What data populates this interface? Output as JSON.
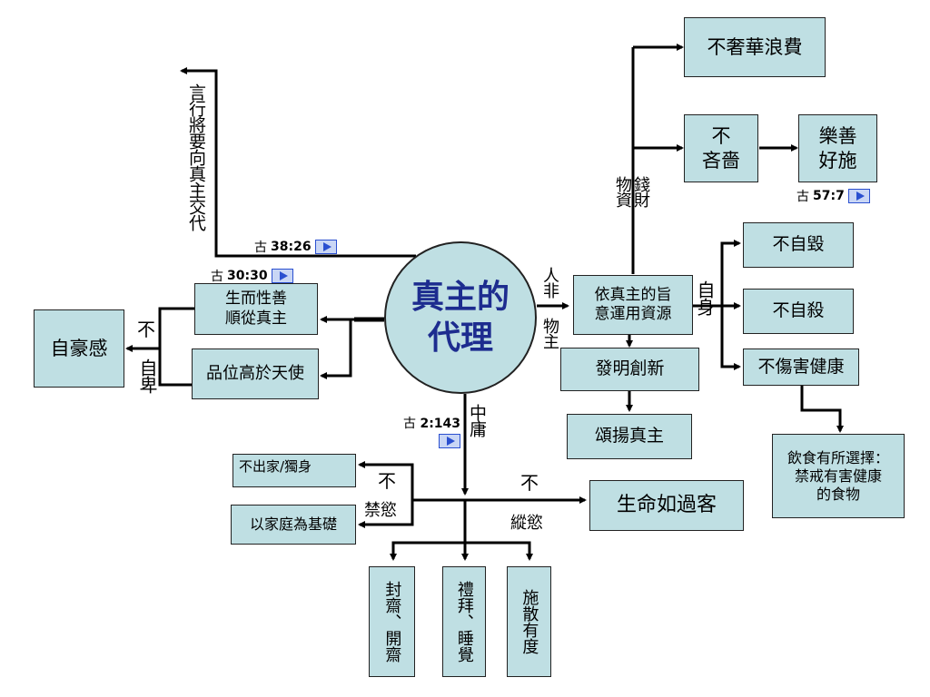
{
  "center": {
    "line1": "真主的",
    "line2": "代理"
  },
  "boxes": {
    "b_lavish": "不奢華浪費",
    "b_stingy_1": "不",
    "b_stingy_2": "吝嗇",
    "b_charity_1": "樂善",
    "b_charity_2": "好施",
    "b_use_1": "依真主的旨",
    "b_use_2": "意運用資源",
    "b_invent": "發明創新",
    "b_praise": "頌揚真主",
    "b_noselfharm": "不自毀",
    "b_nosuicide": "不自殺",
    "b_nohealth": "不傷害健康",
    "b_food_1": "飲食有所選擇：",
    "b_food_2": "禁戒有害健康",
    "b_food_3": "的食物",
    "b_nature_1": "生而性善",
    "b_nature_2": "順從真主",
    "b_rank": "品位高於天使",
    "b_pride": "自豪感",
    "b_celibacy": "不出家/獨身",
    "b_family": "以家庭為基礎",
    "b_life": "生命如過客",
    "b_fasting": "封齋、開齋",
    "b_prayer": "禮拜、睡覺",
    "b_alms": "施散有度"
  },
  "labels": {
    "money": "錢財",
    "material": "物資",
    "person": "人非",
    "object": "物主",
    "self": "自身",
    "not_1": "不",
    "humble": "自卑",
    "middle": "中庸",
    "not_2": "不",
    "abstain": "禁慾",
    "not_3": "不",
    "indulge": "縱慾",
    "account": "言行將要向真主交代"
  },
  "refs": {
    "r1": {
      "prefix": "古",
      "num": "38:26"
    },
    "r2": {
      "prefix": "古",
      "num": "30:30"
    },
    "r3": {
      "prefix": "古",
      "num": "57:7"
    },
    "r4": {
      "prefix": "古",
      "num": "2:143"
    }
  }
}
